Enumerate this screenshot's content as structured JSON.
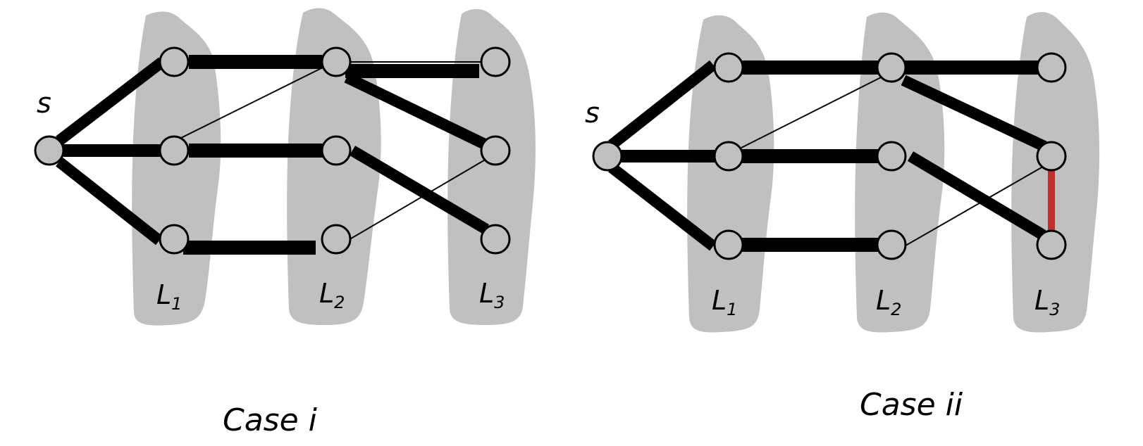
{
  "colors": {
    "background": "#ffffff",
    "layer_band": "#c0c0c0",
    "node_fill": "#c0c0c0",
    "node_stroke": "#000000",
    "edge": "#000000",
    "highlight_edge": "#c0302a"
  },
  "cases": [
    {
      "caption": "Case i",
      "source_label": "s",
      "layers": [
        {
          "main": "L",
          "sub": "1"
        },
        {
          "main": "L",
          "sub": "2"
        },
        {
          "main": "L",
          "sub": "3"
        }
      ]
    },
    {
      "caption": "Case ii",
      "source_label": "s",
      "layers": [
        {
          "main": "L",
          "sub": "1"
        },
        {
          "main": "L",
          "sub": "2"
        },
        {
          "main": "L",
          "sub": "3"
        }
      ]
    }
  ]
}
